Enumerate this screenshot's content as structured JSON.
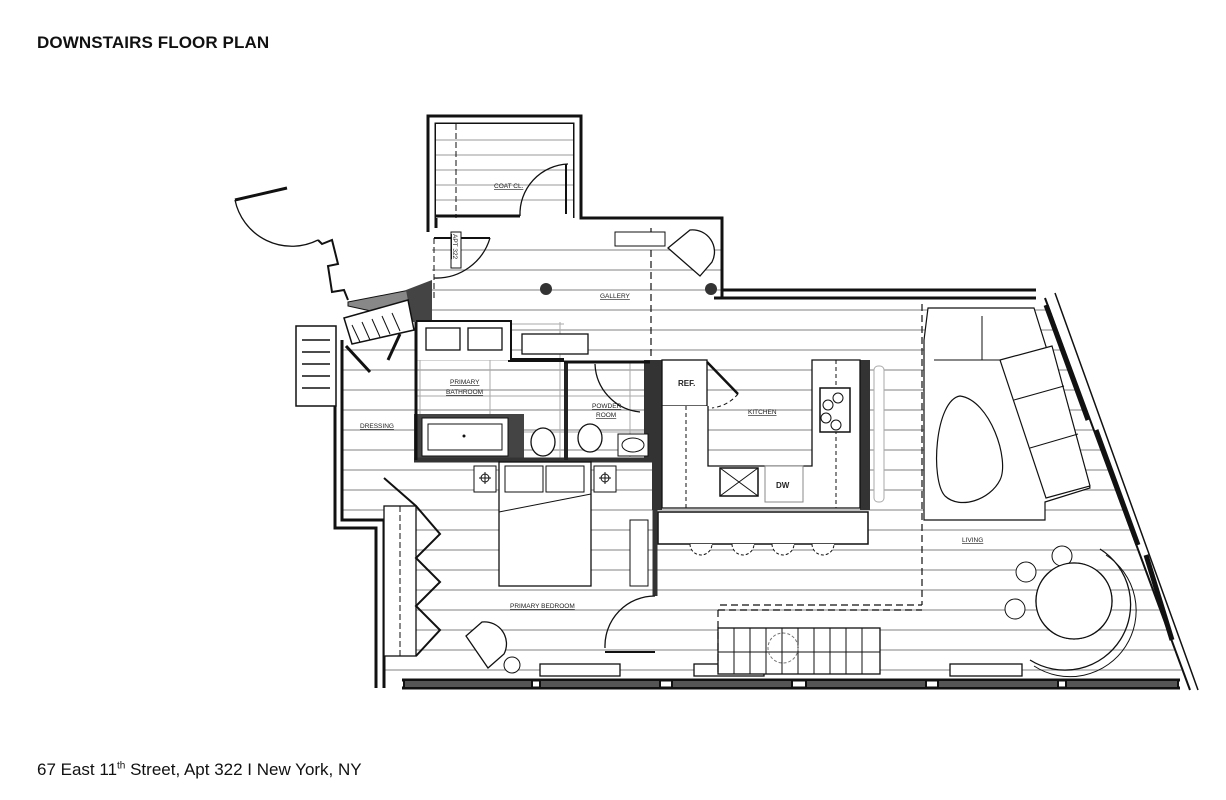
{
  "title": "DOWNSTAIRS FLOOR PLAN",
  "address": {
    "prefix": "67 East 11",
    "ordinal_suffix": "th",
    "suffix": " Street, Apt 322 I New York, NY"
  },
  "rooms": {
    "coat_closet": "COAT CL.",
    "apt_door": "APT 322",
    "gallery": "GALLERY",
    "primary_bathroom_line1": "PRIMARY",
    "primary_bathroom_line2": "BATHROOM",
    "powder_room_line1": "POWDER",
    "powder_room_line2": "ROOM",
    "dressing": "DRESSING",
    "kitchen": "KITCHEN",
    "refrigerator": "REF.",
    "dishwasher": "DW",
    "living": "LIVING",
    "primary_bedroom": "PRIMARY BEDROOM"
  },
  "colors": {
    "wall": "#111111",
    "solid_wall": "#444444",
    "floor_lines": "#9a9a9a",
    "background": "#ffffff"
  }
}
